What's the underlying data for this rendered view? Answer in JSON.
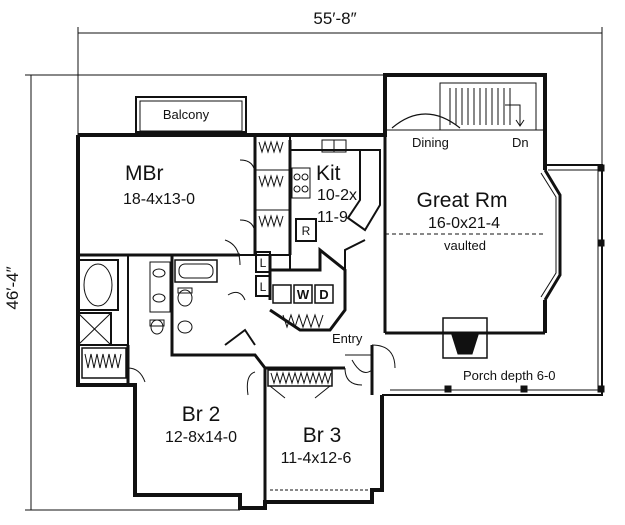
{
  "dimensions": {
    "width": "55′-8″",
    "depth": "46′-4″"
  },
  "rooms": {
    "balcony": {
      "name": "Balcony"
    },
    "mbr": {
      "name": "MBr",
      "size": "18-4x13-0"
    },
    "kit": {
      "name": "Kit",
      "size_1": "10-2x",
      "size_2": "11-9"
    },
    "dining": {
      "name": "Dining"
    },
    "dn": {
      "name": "Dn"
    },
    "great": {
      "name": "Great Rm",
      "size": "16-0x21-4",
      "note": "vaulted"
    },
    "br2": {
      "name": "Br 2",
      "size": "12-8x14-0"
    },
    "br3": {
      "name": "Br 3",
      "size": "11-4x12-6"
    },
    "entry": {
      "name": "Entry"
    },
    "porch": {
      "name": "Porch depth 6-0"
    }
  },
  "fixtures": {
    "refrigerator": "R",
    "linen_1": "L",
    "linen_2": "L",
    "washer": "W",
    "dryer": "D"
  }
}
